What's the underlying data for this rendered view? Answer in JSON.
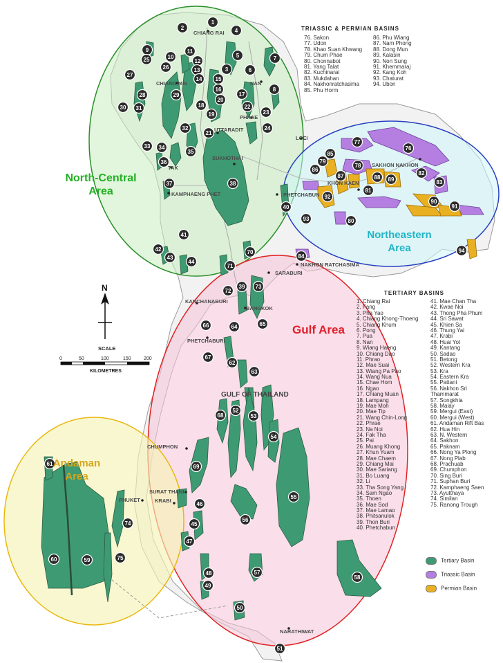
{
  "areas": {
    "north_central": {
      "line1": "North-Central",
      "line2": "Area",
      "color": "#23b023"
    },
    "northeastern": {
      "line1": "Northeastern",
      "line2": "Area",
      "color": "#1fb5c7"
    },
    "gulf": {
      "line1": "Gulf Area",
      "color": "#e0202c"
    },
    "andaman": {
      "line1": "Andaman",
      "line2": "Area",
      "color": "#d6a51c"
    }
  },
  "sea_label": "GULF OF THAILAND",
  "cities": {
    "chiang_rai": "CHIANG RAI",
    "chiang_mai": "CHIANG MAI",
    "nan": "NAN",
    "phrae": "PHRAE",
    "uttaradit": "UTTARADIT",
    "loei": "LOEI",
    "sukhothai": "SUKHOTHAI",
    "tak": "TAK",
    "kamphaeng_phet": "KAMPHAENG PHET",
    "phetchabun": "PHETCHABUN",
    "sakhon_nakhon": "SAKHON NAKHON",
    "khon_kaen": "KHON KAEN",
    "nakhon_ratchasima": "NAKHON RATCHASIMA",
    "saraburi": "SARABURI",
    "kanchanaburi": "KANCHANABURI",
    "bangkok": "BANGKOK",
    "phetchaburi": "PHETCHABURI",
    "chumphon": "CHUMPHON",
    "surat_thani": "SURAT THANI",
    "phuket": "PHUKET",
    "krabi": "KRABI",
    "narathiwat": "NARATHIWAT"
  },
  "north_arrow": "N",
  "scale": {
    "title": "SCALE",
    "ticks": [
      "0",
      "50",
      "100",
      "150",
      "200"
    ],
    "unit": "KILOMETRES"
  },
  "triassic_permian": {
    "title": "TRIASSIC & PERMIAN BASINS",
    "col1": [
      "76. Sakon",
      "77. Udon",
      "78. Khao Suan Khwang",
      "79. Chum Phae",
      "80. Chonnabot",
      "81. Yang Talat",
      "82. Kuchinarai",
      "83. Mukdahan",
      "84. Nakhonratchasima",
      "85. Phu Horm"
    ],
    "col2": [
      "86. Phu Wiang",
      "87. Nam Phong",
      "88. Dong Mun",
      "89. Kalasin",
      "90. Non Sung",
      "91. Khemmaraj",
      "92. Kang Koh",
      "93. Chaturat",
      "94. Ubon"
    ]
  },
  "tertiary": {
    "title": "TERTIARY BASINS",
    "col1": [
      "1. Chiang Rai",
      "2. Fang",
      "3. Pha Yao",
      "4. Chiang Khong-Thoeng",
      "5. Chiang Khum",
      "6. Pong",
      "7. Pua",
      "8. Nan",
      "9. Wiang Haeng",
      "10. Chiang Dao",
      "11. Phrao",
      "12. Mae Suai",
      "13. Wiang Pa Pao",
      "14. Wang Nua",
      "15. Chae Hom",
      "16. Ngao",
      "17. Chiang Muan",
      "18. Lampang",
      "19. Mae Moh",
      "20. Mae Tip",
      "21. Wang Chin-Long",
      "22. Phrae",
      "23. Na Noi",
      "24. Fak Tha",
      "25. Pai",
      "26. Muang Khong",
      "27. Khun Yuam",
      "28. Mae Chaem",
      "29. Chiang Mai",
      "30. Mae Sariang",
      "31. Bo Luang",
      "32. Li",
      "33. Tha Song Yang",
      "34. Sam Ngao",
      "35. Thoen",
      "36. Mae Sod",
      "37. Mae Lamao",
      "38. Phitsanulok",
      "39. Thon Buri",
      "40. Phetchabun"
    ],
    "col2": [
      "41. Mae Chan Tha",
      "42. Kwae Noi",
      "43. Thong Pha Phum",
      "44. Sri Sawat",
      "45. Khien Sa",
      "46. Thung Yai",
      "47. Krabi",
      "48. Huai Yot",
      "49. Kantang",
      "50. Sadao",
      "51. Betong",
      "52. Western Kra",
      "53. Kra",
      "54. Eastern Kra",
      "55. Pattani",
      "56. Nakhon Sri",
      "   Thammarat",
      "57. Songkhla",
      "58. Malay",
      "59. Mergui (East)",
      "60. Mergui (West)",
      "61. Andaman Rift Bas",
      "62. Hua Hin",
      "63. N. Western",
      "64. Sakhon",
      "65. Paknam",
      "66. Nong Ya Plong",
      "67. Nong Plab",
      "68. Prachuab",
      "69. Chumphon",
      "70. Sing Buri",
      "71. Suphan Buri",
      "72. Kamphaeng Saen",
      "73. Ayutthaya",
      "74. Similan",
      "75. Ranong Trough"
    ]
  },
  "legend": {
    "tertiary": {
      "label": "Tertiary Basin",
      "color": "#3e9a72"
    },
    "triassic": {
      "label": "Triassic Basin",
      "color": "#b47fe0"
    },
    "permian": {
      "label": "Permian Basin",
      "color": "#e9b021"
    }
  },
  "markers": [
    "1",
    "2",
    "3",
    "4",
    "5",
    "6",
    "7",
    "8",
    "9",
    "10",
    "11",
    "12",
    "13",
    "14",
    "15",
    "16",
    "17",
    "18",
    "19",
    "20",
    "21",
    "22",
    "23",
    "24",
    "25",
    "26",
    "27",
    "28",
    "29",
    "30",
    "31",
    "32",
    "33",
    "34",
    "35",
    "36",
    "37",
    "38",
    "39",
    "40",
    "41",
    "42",
    "43",
    "44",
    "45",
    "46",
    "47",
    "48",
    "49",
    "50",
    "51",
    "52",
    "53",
    "54",
    "55",
    "56",
    "57",
    "58",
    "59",
    "60",
    "61",
    "62",
    "63",
    "64",
    "65",
    "66",
    "67",
    "68",
    "69",
    "70",
    "71",
    "72",
    "73",
    "74",
    "75",
    "76",
    "77",
    "78",
    "79",
    "80",
    "81",
    "82",
    "83",
    "84",
    "85",
    "86",
    "87",
    "88",
    "89",
    "90",
    "91",
    "92",
    "93",
    "94"
  ]
}
